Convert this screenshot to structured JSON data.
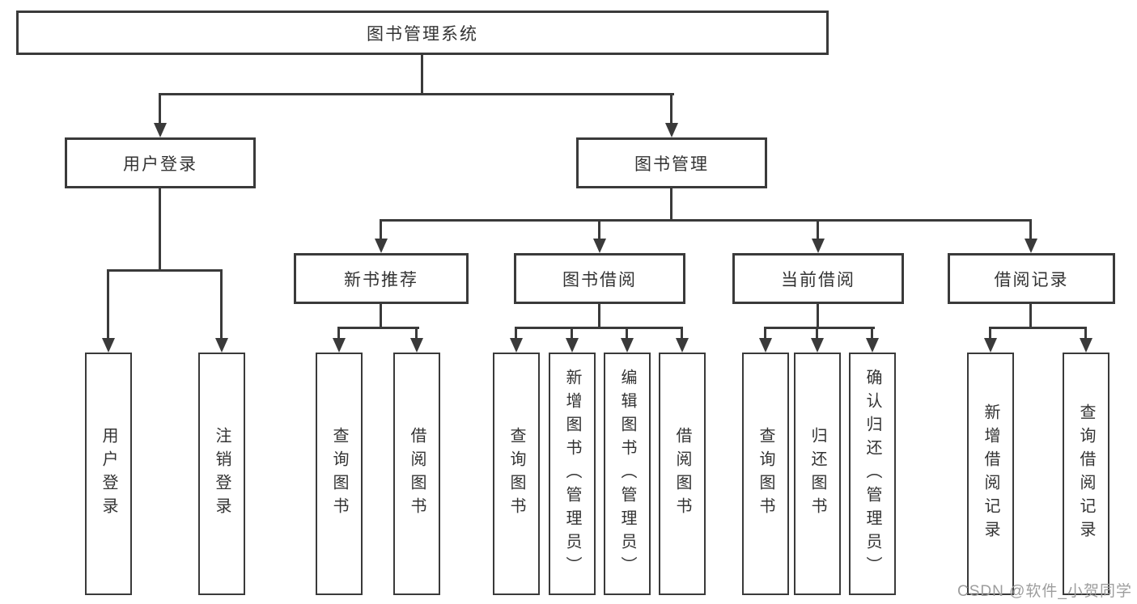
{
  "diagram": {
    "root": "图书管理系统",
    "level2": {
      "user_login": "用户登录",
      "book_management": "图书管理"
    },
    "level3": {
      "new_books": "新书推荐",
      "book_borrowing": "图书借阅",
      "current_borrowing": "当前借阅",
      "borrowing_records": "借阅记录"
    },
    "leaves": {
      "user_login": [
        "用户登录",
        "注销登录"
      ],
      "new_books": [
        "查询图书",
        "借阅图书"
      ],
      "book_borrowing": [
        "查询图书",
        "新增图书（管理员）",
        "编辑图书（管理员）",
        "借阅图书"
      ],
      "current_borrowing": [
        "查询图书",
        "归还图书",
        "确认归还（管理员）"
      ],
      "borrowing_records": [
        "新增借阅记录",
        "查询借阅记录"
      ]
    }
  },
  "watermark": "CSDN @软件_小贺同学",
  "colors": {
    "line": "#3a3a3a",
    "text": "#333333",
    "box-bg": "#ffffff",
    "page-bg": "#ffffff",
    "watermark": "#9d9d9d"
  }
}
